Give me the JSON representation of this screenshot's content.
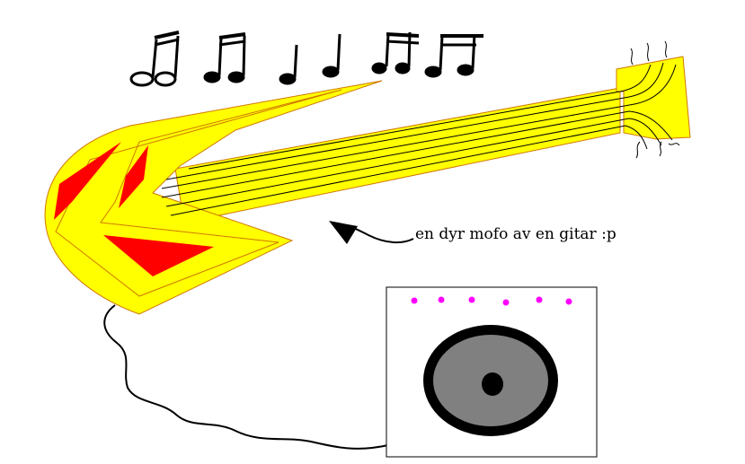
{
  "caption": "en dyr mofo av en gitar :p",
  "colors": {
    "guitar_fill": "#ffff00",
    "guitar_outline": "#d07800",
    "accent_red": "#ff0000",
    "string_color": "#000000",
    "speaker_outer": "#000000",
    "speaker_cone": "#808080",
    "amp_knobs": "#ff00ff",
    "note_color": "#000000"
  },
  "icons": [
    "music-notes-icon",
    "guitar-drawing",
    "arrow-icon",
    "amplifier-drawing",
    "cable-drawing"
  ]
}
